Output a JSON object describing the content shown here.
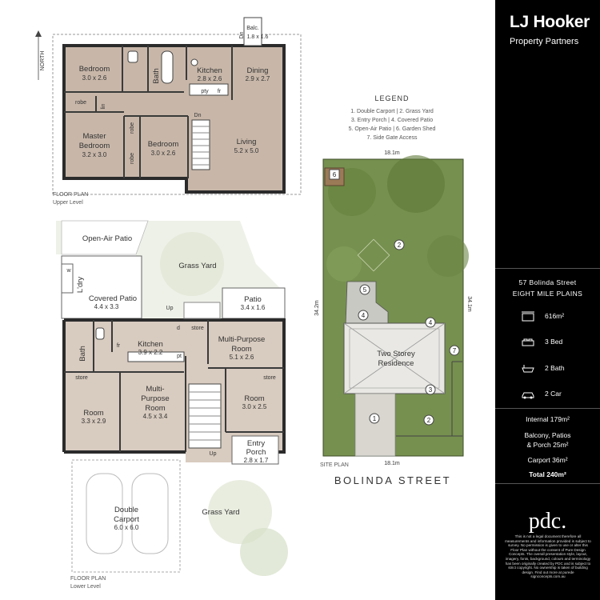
{
  "north": "NORTH",
  "upper": {
    "caption_line1": "FLOOR PLAN",
    "caption_line2": "Upper Level",
    "balcony": {
      "name": "Balc.",
      "dim": "1.8 x 1.6"
    },
    "dn_balc": "Dn",
    "bedroom1": {
      "name": "Bedroom",
      "dim": "3.0 x 2.6"
    },
    "bath": "Bath",
    "kitchen": {
      "name": "Kitchen",
      "dim": "2.8 x 2.6"
    },
    "dining": {
      "name": "Dining",
      "dim": "2.9 x 2.7"
    },
    "pty": "pty",
    "fr": "fr",
    "robe1": "robe",
    "lin": "lin",
    "master": {
      "name1": "Master",
      "name2": "Bedroom",
      "dim": "3.2 x 3.0"
    },
    "robe2": "robe",
    "robe3": "robe",
    "bedroom2": {
      "name": "Bedroom",
      "dim": "3.0 x 2.6"
    },
    "dn": "Dn",
    "living": {
      "name": "Living",
      "dim": "5.2 x 5.0"
    }
  },
  "legend": {
    "title": "LEGEND",
    "lines": [
      "1. Double Carport  |  2. Grass Yard",
      "3. Entry Porch  |  4. Covered Patio",
      "5. Open-Air Patio  |  6. Garden Shed",
      "7. Side Gate Access"
    ]
  },
  "site": {
    "top_dim": "18.1m",
    "bottom_dim": "18.1m",
    "left_dim": "34.2m",
    "right_dim": "34.1m",
    "residence1": "Two Storey",
    "residence2": "Residence",
    "caption": "SITE PLAN",
    "street": "BOLINDA STREET",
    "markers": [
      "6",
      "2",
      "5",
      "4",
      "4",
      "7",
      "3",
      "1",
      "2"
    ]
  },
  "lower": {
    "caption_line1": "FLOOR PLAN",
    "caption_line2": "Lower Level",
    "open_air": "Open-Air Patio",
    "grass_yard1": "Grass Yard",
    "ldry": "L'dry",
    "w": "w",
    "covered": {
      "name": "Covered Patio",
      "dim": "4.4 x 3.3"
    },
    "up1": "Up",
    "patio": {
      "name": "Patio",
      "dim": "3.4 x 1.6"
    },
    "kitchen": {
      "name": "Kitchen",
      "dim": "3.9 x 2.2"
    },
    "d": "d",
    "store1": "store",
    "fr": "fr",
    "pt": "pt",
    "mpr1": {
      "name1": "Multi-Purpose",
      "name2": "Room",
      "dim": "5.1 x 2.6"
    },
    "bath": "Bath",
    "store2": "store",
    "store3": "store",
    "room1": {
      "name": "Room",
      "dim": "3.3 x 2.9"
    },
    "mpr2": {
      "name1": "Multi-",
      "name2": "Purpose",
      "name3": "Room",
      "dim": "4.5 x 3.4"
    },
    "room2": {
      "name": "Room",
      "dim": "3.0 x 2.5"
    },
    "entry": {
      "name1": "Entry",
      "name2": "Porch",
      "dim": "2.8 x 1.7"
    },
    "up2": "Up",
    "carport": {
      "name1": "Double",
      "name2": "Carport",
      "dim": "6.0 x 6.0"
    },
    "grass_yard2": "Grass Yard"
  },
  "sidebar": {
    "brand": "LJ Hooker",
    "sub": "Property Partners",
    "street": "57 Bolinda Street",
    "suburb": "EIGHT MILE PLAINS",
    "land": "616m²",
    "bed": "3 Bed",
    "bath": "2 Bath",
    "car": "2 Car",
    "internal": "Internal 179m²",
    "balcony1": "Balcony, Patios",
    "balcony2": "& Porch 25m²",
    "carport": "Carport 36m²",
    "total": "Total 240m²",
    "pdc": "pdc.",
    "disclaimer": "This is not a legal document therefore all measurements and information provided is subject to survey. No permission is given to use or alter this Floor Plan without the consent of Pure Design Concepts. The overall presentation style, layout, imagery, fonts, background, colours and terminology has been originally created by PDC and is subject to strict copyright. No ownership is taken of building design. Find out more at purede signconcepts.com.au"
  }
}
